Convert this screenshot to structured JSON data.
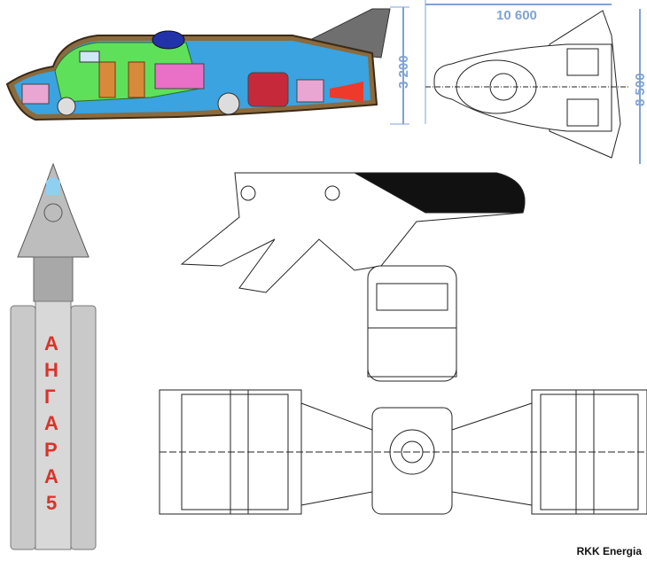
{
  "dimensions": {
    "length": "10 600",
    "height": "3 200",
    "span": "8 500"
  },
  "rocket": {
    "letters": [
      "А",
      "Н",
      "Г",
      "А",
      "Р",
      "А",
      "5"
    ]
  },
  "credit": "RKK Energia",
  "colors": {
    "dimension": "#7fa3d4",
    "hull_blue": "#3aa3e0",
    "cabin_green": "#5fe05a",
    "nozzle_red": "#ee3a2a",
    "rocket_label": "#d8342a"
  }
}
